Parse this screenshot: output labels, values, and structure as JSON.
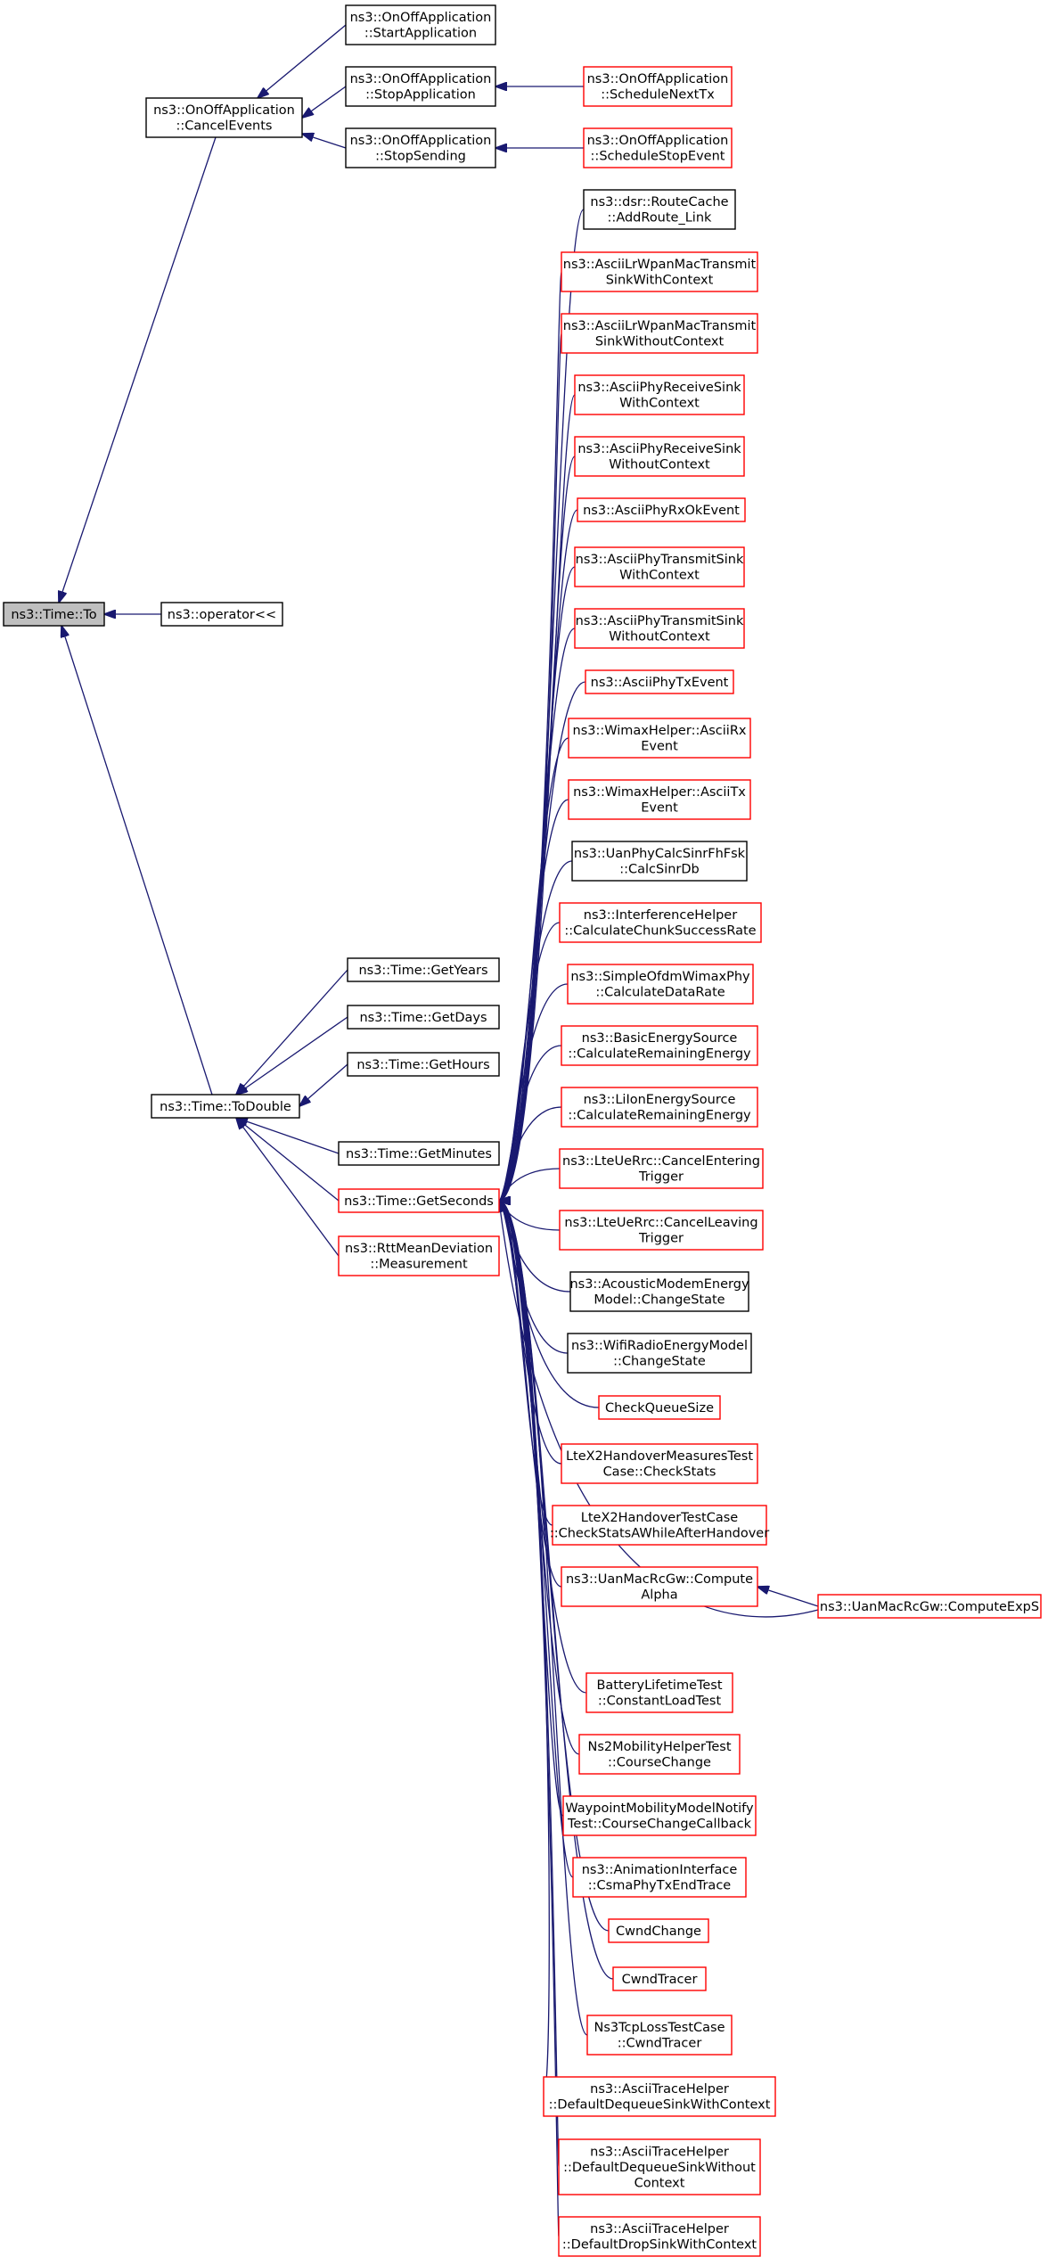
{
  "diagram": {
    "type": "call-graph",
    "colors": {
      "edge": "#191970",
      "normal_border": "#000000",
      "truncated_border": "#ff0000",
      "root_fill": "#bfbfbf"
    },
    "nodes": [
      {
        "id": "to",
        "lines": [
          "ns3::Time::To"
        ],
        "style": "root"
      },
      {
        "id": "cancelEvents",
        "lines": [
          "ns3::OnOffApplication",
          "::CancelEvents"
        ],
        "style": "black"
      },
      {
        "id": "startApp",
        "lines": [
          "ns3::OnOffApplication",
          "::StartApplication"
        ],
        "style": "black"
      },
      {
        "id": "stopApp",
        "lines": [
          "ns3::OnOffApplication",
          "::StopApplication"
        ],
        "style": "black"
      },
      {
        "id": "stopSending",
        "lines": [
          "ns3::OnOffApplication",
          "::StopSending"
        ],
        "style": "black"
      },
      {
        "id": "scheduleNextTx",
        "lines": [
          "ns3::OnOffApplication",
          "::ScheduleNextTx"
        ],
        "style": "red"
      },
      {
        "id": "scheduleStopEvent",
        "lines": [
          "ns3::OnOffApplication",
          "::ScheduleStopEvent"
        ],
        "style": "red"
      },
      {
        "id": "operatorLL",
        "lines": [
          "ns3::operator<<"
        ],
        "style": "black"
      },
      {
        "id": "toDouble",
        "lines": [
          "ns3::Time::ToDouble"
        ],
        "style": "black"
      },
      {
        "id": "getYears",
        "lines": [
          "ns3::Time::GetYears"
        ],
        "style": "black"
      },
      {
        "id": "getDays",
        "lines": [
          "ns3::Time::GetDays"
        ],
        "style": "black"
      },
      {
        "id": "getHours",
        "lines": [
          "ns3::Time::GetHours"
        ],
        "style": "black"
      },
      {
        "id": "getMinutes",
        "lines": [
          "ns3::Time::GetMinutes"
        ],
        "style": "black"
      },
      {
        "id": "getSeconds",
        "lines": [
          "ns3::Time::GetSeconds"
        ],
        "style": "red"
      },
      {
        "id": "rttMeasurement",
        "lines": [
          "ns3::RttMeanDeviation",
          "::Measurement"
        ],
        "style": "red"
      },
      {
        "id": "c01",
        "lines": [
          "ns3::dsr::RouteCache",
          "::AddRoute_Link"
        ],
        "style": "black"
      },
      {
        "id": "c02",
        "lines": [
          "ns3::AsciiLrWpanMacTransmit",
          "SinkWithContext"
        ],
        "style": "red"
      },
      {
        "id": "c03",
        "lines": [
          "ns3::AsciiLrWpanMacTransmit",
          "SinkWithoutContext"
        ],
        "style": "red"
      },
      {
        "id": "c04",
        "lines": [
          "ns3::AsciiPhyReceiveSink",
          "WithContext"
        ],
        "style": "red"
      },
      {
        "id": "c05",
        "lines": [
          "ns3::AsciiPhyReceiveSink",
          "WithoutContext"
        ],
        "style": "red"
      },
      {
        "id": "c06",
        "lines": [
          "ns3::AsciiPhyRxOkEvent"
        ],
        "style": "red"
      },
      {
        "id": "c07",
        "lines": [
          "ns3::AsciiPhyTransmitSink",
          "WithContext"
        ],
        "style": "red"
      },
      {
        "id": "c08",
        "lines": [
          "ns3::AsciiPhyTransmitSink",
          "WithoutContext"
        ],
        "style": "red"
      },
      {
        "id": "c09",
        "lines": [
          "ns3::AsciiPhyTxEvent"
        ],
        "style": "red"
      },
      {
        "id": "c10",
        "lines": [
          "ns3::WimaxHelper::AsciiRx",
          "Event"
        ],
        "style": "red"
      },
      {
        "id": "c11",
        "lines": [
          "ns3::WimaxHelper::AsciiTx",
          "Event"
        ],
        "style": "red"
      },
      {
        "id": "c12",
        "lines": [
          "ns3::UanPhyCalcSinrFhFsk",
          "::CalcSinrDb"
        ],
        "style": "black"
      },
      {
        "id": "c13",
        "lines": [
          "ns3::InterferenceHelper",
          "::CalculateChunkSuccessRate"
        ],
        "style": "red"
      },
      {
        "id": "c14",
        "lines": [
          "ns3::SimpleOfdmWimaxPhy",
          "::CalculateDataRate"
        ],
        "style": "red"
      },
      {
        "id": "c15",
        "lines": [
          "ns3::BasicEnergySource",
          "::CalculateRemainingEnergy"
        ],
        "style": "red"
      },
      {
        "id": "c16",
        "lines": [
          "ns3::LiIonEnergySource",
          "::CalculateRemainingEnergy"
        ],
        "style": "red"
      },
      {
        "id": "c17",
        "lines": [
          "ns3::LteUeRrc::CancelEntering",
          "Trigger"
        ],
        "style": "red"
      },
      {
        "id": "c18",
        "lines": [
          "ns3::LteUeRrc::CancelLeaving",
          "Trigger"
        ],
        "style": "red"
      },
      {
        "id": "c19",
        "lines": [
          "ns3::AcousticModemEnergy",
          "Model::ChangeState"
        ],
        "style": "black"
      },
      {
        "id": "c20",
        "lines": [
          "ns3::WifiRadioEnergyModel",
          "::ChangeState"
        ],
        "style": "black"
      },
      {
        "id": "c21",
        "lines": [
          "CheckQueueSize"
        ],
        "style": "red"
      },
      {
        "id": "c22",
        "lines": [
          "LteX2HandoverMeasuresTest",
          "Case::CheckStats"
        ],
        "style": "red"
      },
      {
        "id": "c23",
        "lines": [
          "LteX2HandoverTestCase",
          "::CheckStatsAWhileAfterHandover"
        ],
        "style": "red"
      },
      {
        "id": "c24",
        "lines": [
          "ns3::UanMacRcGw::Compute",
          "Alpha"
        ],
        "style": "red"
      },
      {
        "id": "computeExpS",
        "lines": [
          "ns3::UanMacRcGw::ComputeExpS"
        ],
        "style": "red"
      },
      {
        "id": "c25",
        "lines": [
          "BatteryLifetimeTest",
          "::ConstantLoadTest"
        ],
        "style": "red"
      },
      {
        "id": "c26",
        "lines": [
          "Ns2MobilityHelperTest",
          "::CourseChange"
        ],
        "style": "red"
      },
      {
        "id": "c27",
        "lines": [
          "WaypointMobilityModelNotify",
          "Test::CourseChangeCallback"
        ],
        "style": "red"
      },
      {
        "id": "c28",
        "lines": [
          "ns3::AnimationInterface",
          "::CsmaPhyTxEndTrace"
        ],
        "style": "red"
      },
      {
        "id": "c29",
        "lines": [
          "CwndChange"
        ],
        "style": "red"
      },
      {
        "id": "c30",
        "lines": [
          "CwndTracer"
        ],
        "style": "red"
      },
      {
        "id": "c31",
        "lines": [
          "Ns3TcpLossTestCase",
          "::CwndTracer"
        ],
        "style": "red"
      },
      {
        "id": "c32",
        "lines": [
          "ns3::AsciiTraceHelper",
          "::DefaultDequeueSinkWithContext"
        ],
        "style": "red"
      },
      {
        "id": "c33",
        "lines": [
          "ns3::AsciiTraceHelper",
          "::DefaultDequeueSinkWithout",
          "Context"
        ],
        "style": "red"
      },
      {
        "id": "c34",
        "lines": [
          "ns3::AsciiTraceHelper",
          "::DefaultDropSinkWithContext"
        ],
        "style": "red"
      }
    ],
    "edges": [
      {
        "from": "cancelEvents",
        "to": "to"
      },
      {
        "from": "operatorLL",
        "to": "to"
      },
      {
        "from": "toDouble",
        "to": "to"
      },
      {
        "from": "startApp",
        "to": "cancelEvents"
      },
      {
        "from": "stopApp",
        "to": "cancelEvents"
      },
      {
        "from": "stopSending",
        "to": "cancelEvents"
      },
      {
        "from": "scheduleNextTx",
        "to": "stopApp"
      },
      {
        "from": "scheduleStopEvent",
        "to": "stopSending"
      },
      {
        "from": "getYears",
        "to": "toDouble"
      },
      {
        "from": "getDays",
        "to": "toDouble"
      },
      {
        "from": "getHours",
        "to": "toDouble"
      },
      {
        "from": "getMinutes",
        "to": "toDouble"
      },
      {
        "from": "getSeconds",
        "to": "toDouble"
      },
      {
        "from": "rttMeasurement",
        "to": "toDouble"
      },
      {
        "from": "c01",
        "to": "getSeconds"
      },
      {
        "from": "c02",
        "to": "getSeconds"
      },
      {
        "from": "c03",
        "to": "getSeconds"
      },
      {
        "from": "c04",
        "to": "getSeconds"
      },
      {
        "from": "c05",
        "to": "getSeconds"
      },
      {
        "from": "c06",
        "to": "getSeconds"
      },
      {
        "from": "c07",
        "to": "getSeconds"
      },
      {
        "from": "c08",
        "to": "getSeconds"
      },
      {
        "from": "c09",
        "to": "getSeconds"
      },
      {
        "from": "c10",
        "to": "getSeconds"
      },
      {
        "from": "c11",
        "to": "getSeconds"
      },
      {
        "from": "c12",
        "to": "getSeconds"
      },
      {
        "from": "c13",
        "to": "getSeconds"
      },
      {
        "from": "c14",
        "to": "getSeconds"
      },
      {
        "from": "c15",
        "to": "getSeconds"
      },
      {
        "from": "c16",
        "to": "getSeconds"
      },
      {
        "from": "c17",
        "to": "getSeconds"
      },
      {
        "from": "c18",
        "to": "getSeconds"
      },
      {
        "from": "c19",
        "to": "getSeconds"
      },
      {
        "from": "c20",
        "to": "getSeconds"
      },
      {
        "from": "c21",
        "to": "getSeconds"
      },
      {
        "from": "c22",
        "to": "getSeconds"
      },
      {
        "from": "c23",
        "to": "getSeconds"
      },
      {
        "from": "c24",
        "to": "getSeconds"
      },
      {
        "from": "computeExpS",
        "to": "c24"
      },
      {
        "from": "computeExpS",
        "to": "getSeconds"
      },
      {
        "from": "c25",
        "to": "getSeconds"
      },
      {
        "from": "c26",
        "to": "getSeconds"
      },
      {
        "from": "c27",
        "to": "getSeconds"
      },
      {
        "from": "c28",
        "to": "getSeconds"
      },
      {
        "from": "c29",
        "to": "getSeconds"
      },
      {
        "from": "c30",
        "to": "getSeconds"
      },
      {
        "from": "c31",
        "to": "getSeconds"
      },
      {
        "from": "c32",
        "to": "getSeconds"
      },
      {
        "from": "c33",
        "to": "getSeconds"
      },
      {
        "from": "c34",
        "to": "getSeconds"
      }
    ]
  }
}
